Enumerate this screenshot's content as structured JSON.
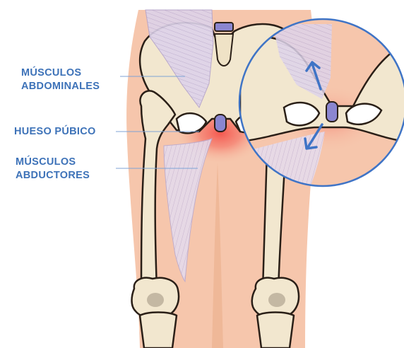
{
  "labels": {
    "abdominal": {
      "line1": "MÚSCULOS",
      "line2": "ABDOMINALES"
    },
    "pubic": {
      "line1": "HUESO PÚBICO"
    },
    "adductor": {
      "line1": "MÚSCULOS",
      "line2": "ABDUCTORES"
    }
  },
  "colors": {
    "label_text": "#3d72b8",
    "leader_line": "#7fa3d6",
    "skin": "#f6c6ac",
    "bone": "#f2e7cf",
    "bone_outline": "#2a1f17",
    "muscle": "#d9cfe6",
    "pubic_disc": "#8b86d0",
    "inflammation": "#f4514a",
    "zoom_ring": "#3f74c6",
    "arrow": "#3f74c6"
  },
  "icons": {
    "up_arrow": "arrow-up-icon",
    "down_arrow": "arrow-down-icon"
  }
}
